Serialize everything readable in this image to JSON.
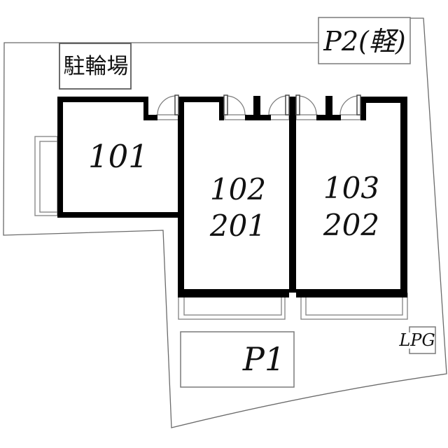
{
  "labels": {
    "bicycle_parking": "駐輪場",
    "parking_p2": "P2(軽)",
    "parking_p1": "P1",
    "lpg": "LPG"
  },
  "units": {
    "u101": "101",
    "u102": "102",
    "u201": "201",
    "u103": "103",
    "u202": "202"
  },
  "colors": {
    "wall": "#000000",
    "boundary": "#6b6b6b",
    "thin_line": "#8a8a8a",
    "background": "#ffffff",
    "text": "#111111"
  }
}
